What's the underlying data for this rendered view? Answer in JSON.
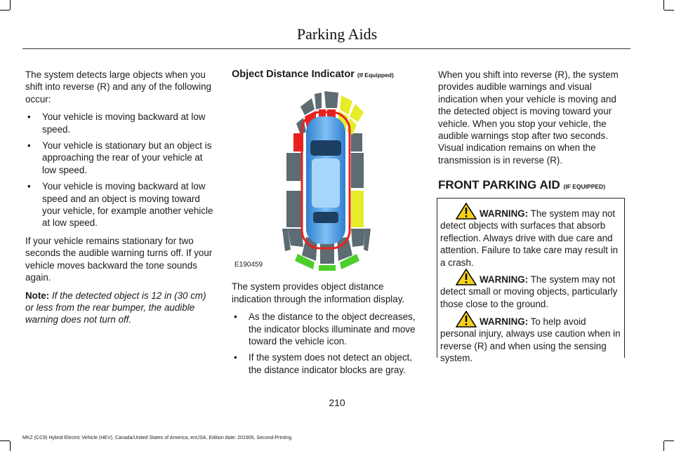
{
  "header": {
    "title": "Parking Aids"
  },
  "col1": {
    "intro": "The system detects large objects when you shift into reverse (R) and any of the following occur:",
    "bullets": [
      "Your vehicle is moving backward at low speed.",
      "Your vehicle is stationary but an object is approaching the rear of your vehicle at low speed.",
      "Your vehicle is moving backward at low speed and an object is moving toward your vehicle, for example another vehicle at low speed."
    ],
    "para2": "If your vehicle remains stationary for two seconds the audible warning turns off. If your vehicle moves backward the tone sounds again.",
    "note_label": "Note:",
    "note_text": "If the detected object is 12 in (30 cm) or less from the rear bumper, the audible warning does not turn off."
  },
  "col2": {
    "heading": "Object Distance Indicator",
    "heading_small": "(If Equipped)",
    "figure_code": "E190459",
    "intro": "The system provides object distance indication through the information display.",
    "bullets": [
      "As the distance to the object decreases, the indicator blocks illuminate and move toward the vehicle icon.",
      "If the system does not detect an object, the distance indicator blocks are gray."
    ]
  },
  "col3": {
    "para": "When you shift into reverse (R), the system provides audible warnings and visual indication when your vehicle is moving and the detected object is moving toward your vehicle. When you stop your vehicle, the audible warnings stop after two seconds. Visual indication remains on when the transmission is in reverse (R).",
    "heading": "FRONT PARKING AID",
    "heading_small": "(IF EQUIPPED)",
    "warnings": [
      {
        "label": "WARNING:",
        "text": "The system may not detect objects with surfaces that absorb reflection. Always drive with due care and attention. Failure to take care may result in a crash."
      },
      {
        "label": "WARNING:",
        "text": "The system may not detect small or moving objects, particularly those close to the ground."
      },
      {
        "label": "WARNING:",
        "text": "To help avoid personal injury, always use caution when in reverse (R) and when using the sensing system."
      }
    ]
  },
  "page_number": "210",
  "footer": "MKZ (CC9) Hybrid Electric Vehicle (HEV), Canada/United States of America, enUSA, Edition date: 201905, Second-Printing",
  "colors": {
    "gray_block": "#5d6b73",
    "red": "#e8211f",
    "yellow": "#e6ec2a",
    "green": "#4ccf2a",
    "car_blue": "#4a9be0"
  }
}
